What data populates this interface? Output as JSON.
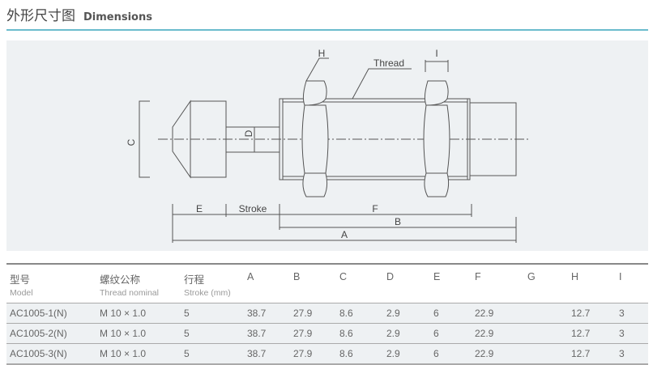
{
  "header": {
    "title_cn": "外形尺寸图",
    "title_en": "Dimensions"
  },
  "colors": {
    "accent": "#6bbccd",
    "panel": "#eef1f3"
  },
  "drawing": {
    "labels": {
      "H": "H",
      "thread": "Thread",
      "I": "I",
      "C": "C",
      "D": "D",
      "E": "E",
      "stroke": "Stroke",
      "F": "F",
      "B": "B",
      "A": "A"
    }
  },
  "table": {
    "headers": [
      {
        "cn": "型号",
        "en": "Model"
      },
      {
        "cn": "螺纹公称",
        "en": "Thread nominal"
      },
      {
        "cn": "行程",
        "en": "Stroke (mm)"
      },
      {
        "cn": "A"
      },
      {
        "cn": "B"
      },
      {
        "cn": "C"
      },
      {
        "cn": "D"
      },
      {
        "cn": "E"
      },
      {
        "cn": "F"
      },
      {
        "cn": "G"
      },
      {
        "cn": "H"
      },
      {
        "cn": "I"
      }
    ],
    "rows": [
      [
        "AC1005-1(N)",
        "M 10 × 1.0",
        "5",
        "38.7",
        "27.9",
        "8.6",
        "2.9",
        "6",
        "22.9",
        "",
        "12.7",
        "3"
      ],
      [
        "AC1005-2(N)",
        "M 10 × 1.0",
        "5",
        "38.7",
        "27.9",
        "8.6",
        "2.9",
        "6",
        "22.9",
        "",
        "12.7",
        "3"
      ],
      [
        "AC1005-3(N)",
        "M 10 × 1.0",
        "5",
        "38.7",
        "27.9",
        "8.6",
        "2.9",
        "6",
        "22.9",
        "",
        "12.7",
        "3"
      ]
    ]
  }
}
